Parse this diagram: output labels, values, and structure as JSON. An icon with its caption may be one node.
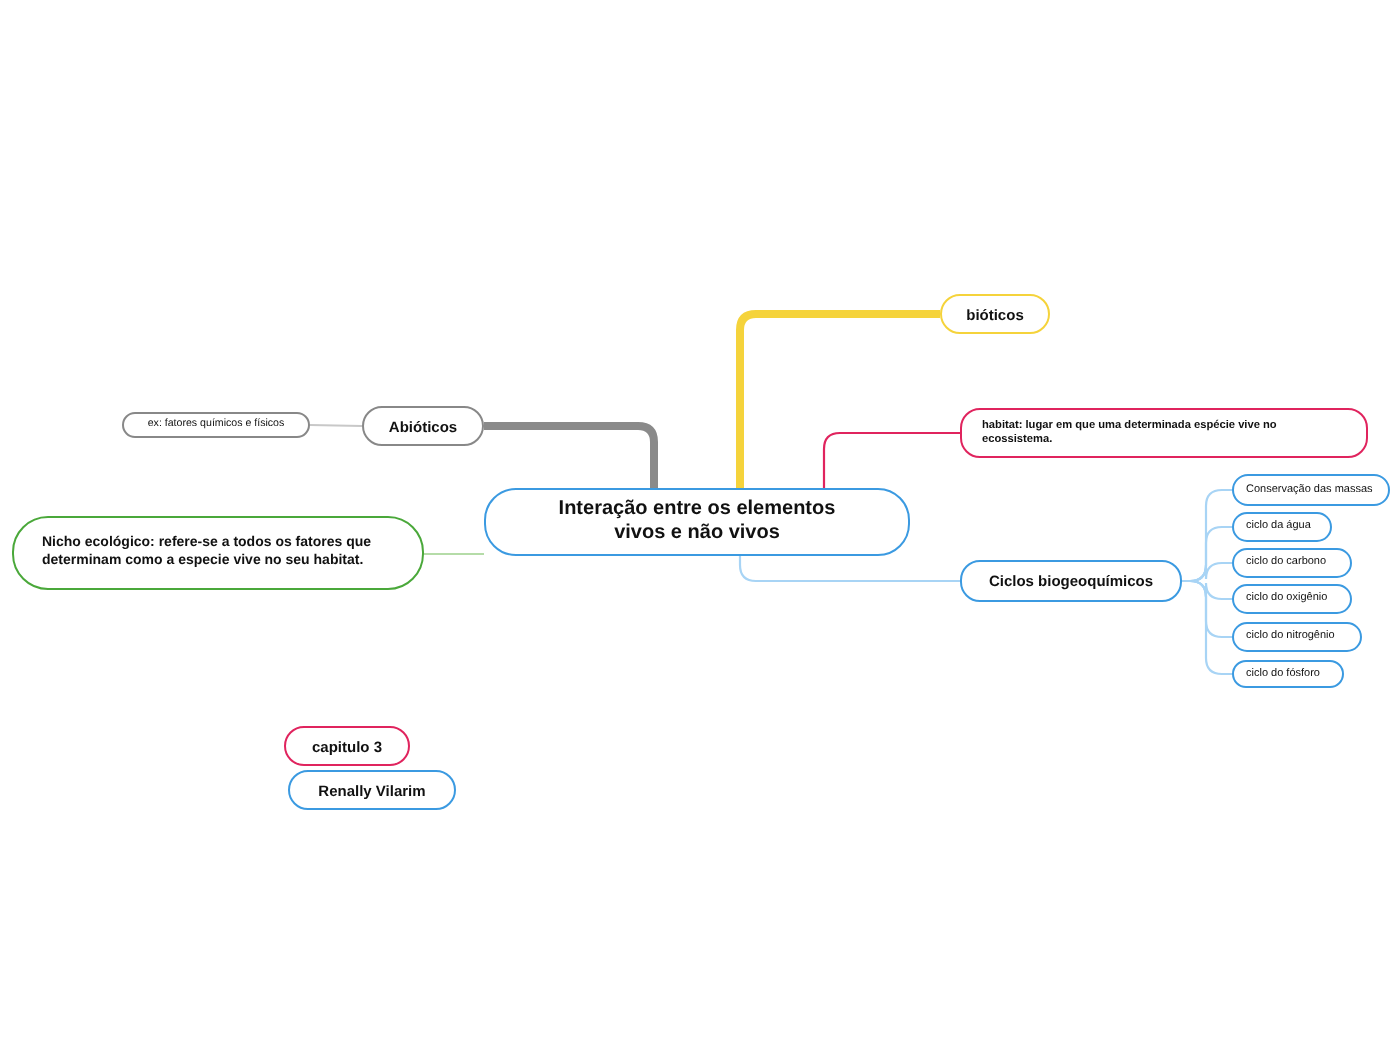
{
  "diagram": {
    "nodes": [
      {
        "text": [
          "Interação entre os elementos vivos e não vivos"
        ]
      },
      {
        "text": [
          "bióticos"
        ]
      },
      {
        "text": [
          "habitat: lugar em que uma determinada espécie vive no ecossistema."
        ]
      },
      {
        "text": [
          "Ciclos biogeoquímicos"
        ]
      },
      {
        "text": [
          "Conservação das massas"
        ]
      },
      {
        "text": [
          "ciclo da água"
        ]
      },
      {
        "text": [
          "ciclo do carbono"
        ]
      },
      {
        "text": [
          "ciclo do oxigênio"
        ]
      },
      {
        "text": [
          "ciclo do nitrogênio"
        ]
      },
      {
        "text": [
          "ciclo do fósforo"
        ]
      },
      {
        "text": [
          "Abióticos"
        ]
      },
      {
        "text": [
          "ex: fatores químicos e físicos"
        ]
      },
      {
        "text": [
          "Nicho ecológico: refere-se a todos os fatores que determinam como a especie vive no seu habitat."
        ]
      },
      {
        "text": [
          "capitulo 3"
        ]
      },
      {
        "text": [
          "Renally Vilarim"
        ]
      }
    ],
    "edges": [
      {
        "from": 0,
        "to": 1,
        "arrow": "none",
        "style": "thick",
        "color": "#f5d33b"
      },
      {
        "from": 0,
        "to": 2,
        "arrow": "none",
        "color": "#e0245e"
      },
      {
        "from": 0,
        "to": 3,
        "arrow": "none"
      },
      {
        "from": 3,
        "to": 4,
        "arrow": "none"
      },
      {
        "from": 3,
        "to": 5,
        "arrow": "none"
      },
      {
        "from": 3,
        "to": 6,
        "arrow": "none"
      },
      {
        "from": 3,
        "to": 7,
        "arrow": "none"
      },
      {
        "from": 3,
        "to": 8,
        "arrow": "none"
      },
      {
        "from": 3,
        "to": 9,
        "arrow": "none"
      },
      {
        "from": 0,
        "to": 10,
        "arrow": "none",
        "style": "thick",
        "color": "#8a8a8a"
      },
      {
        "from": 10,
        "to": 11,
        "arrow": "none",
        "color": "#c8c8c8"
      },
      {
        "from": 0,
        "to": 12,
        "arrow": "none",
        "color": "#b5dca8"
      }
    ]
  }
}
